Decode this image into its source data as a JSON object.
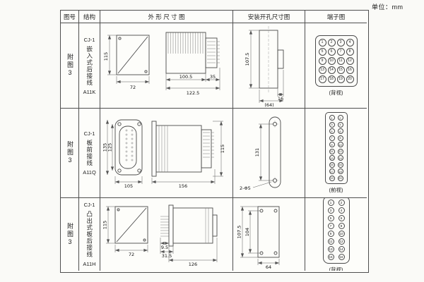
{
  "page": {
    "unit_label": "单位：mm"
  },
  "table": {
    "headers": {
      "fig_no": "图号",
      "structure": "结构",
      "outline": "外 形 尺 寸 图",
      "mounting": "安装开孔尺寸图",
      "terminal": "端子图"
    },
    "rows": [
      {
        "fig_no": "附图3",
        "structure": {
          "model": "CJ-1",
          "desc": "嵌入式后接线",
          "code": "A11K"
        },
        "outline_dims": {
          "front_h": "115",
          "front_w": "72",
          "side_w1": "100.5",
          "side_w2": "122.5",
          "side_w3": "35"
        },
        "mounting_dims": {
          "h": "107.5",
          "w1": "16",
          "w2": "(64)"
        },
        "terminal": {
          "view": "(背视)",
          "labels": [
            "1",
            "2",
            "3",
            "4",
            "5",
            "6",
            "7",
            "8",
            "9",
            "10",
            "11",
            "12",
            "13",
            "14",
            "15",
            "16",
            "17",
            "18",
            "19",
            "20"
          ]
        }
      },
      {
        "fig_no": "附图3",
        "structure": {
          "model": "CJ-1",
          "desc": "板前接线",
          "code": "A11Q"
        },
        "outline_dims": {
          "front_h1": "135",
          "front_h2": "125",
          "front_w": "105",
          "side_l": "156",
          "side_h": "115"
        },
        "mounting_dims": {
          "h": "131",
          "note": "2-Φ5"
        },
        "terminal": {
          "view": "(前视)",
          "labels": [
            "1",
            "2",
            "3",
            "4",
            "5",
            "6",
            "7",
            "8",
            "9",
            "10",
            "11",
            "12",
            "13",
            "14",
            "15",
            "16",
            "17",
            "18",
            "19",
            "20"
          ]
        }
      },
      {
        "fig_no": "附图3",
        "structure": {
          "model": "CJ-1",
          "desc": "凸出式板后接线",
          "code": "A11H"
        },
        "outline_dims": {
          "front_h": "115",
          "front_w": "72",
          "pin_w": "9.5",
          "side_w1": "31.5",
          "side_l": "126"
        },
        "mounting_dims": {
          "h1": "107.5",
          "h2": "104",
          "w": "64"
        },
        "terminal": {
          "view": "(背视)",
          "labels": [
            "1",
            "2",
            "3",
            "4",
            "5",
            "6",
            "7",
            "8",
            "9",
            "10",
            "11",
            "12",
            "13",
            "14",
            "15",
            "16"
          ]
        }
      }
    ]
  }
}
